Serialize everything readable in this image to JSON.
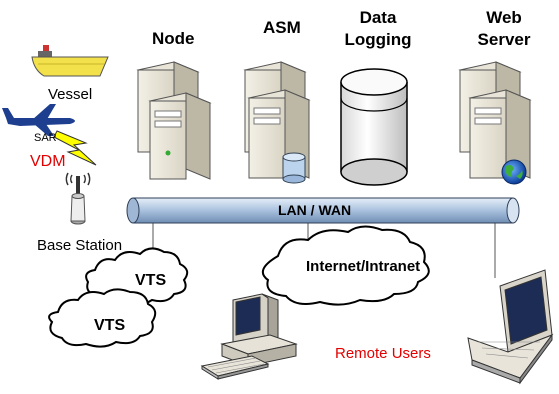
{
  "nodes": {
    "node": "Node",
    "asm": "ASM",
    "data_logging_line1": "Data",
    "data_logging_line2": "Logging",
    "web_server_line1": "Web",
    "web_server_line2": "Server"
  },
  "network": {
    "bus_label": "LAN / WAN",
    "internet_label": "Internet/Intranet",
    "vts_top": "VTS",
    "vts_bottom": "VTS"
  },
  "left": {
    "vessel": "Vessel",
    "sar": "SAR",
    "vdm": "VDM",
    "base_station": "Base Station"
  },
  "remote_users": "Remote Users",
  "colors": {
    "bus_fill": "#b8cde6",
    "vdm_red": "#e30000",
    "remote_red": "#e30000",
    "lightning": "#ffff00",
    "vessel_hull": "#f2e14a"
  }
}
